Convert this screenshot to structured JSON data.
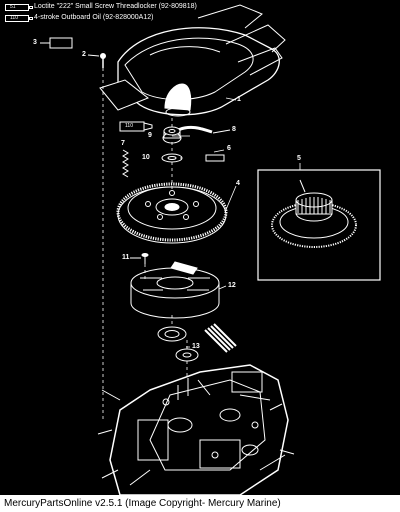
{
  "legend": {
    "items": [
      {
        "code": "51",
        "text": "Loctite \"222\" Small Screw Threadlocker  (92-809818)"
      },
      {
        "code": "110",
        "text": "4-stroke Outboard Oil (92-828000A12)"
      }
    ]
  },
  "callouts": [
    "1",
    "2",
    "3",
    "4",
    "5",
    "6",
    "7",
    "8",
    "9",
    "10",
    "11",
    "12",
    "13"
  ],
  "tube_label": "110",
  "caption": "MercuryPartsOnline v2.5.1 (Image Copyright- Mercury Marine)",
  "colors": {
    "background": "#000000",
    "line_art": "#ffffff",
    "caption_text": "#000000"
  }
}
